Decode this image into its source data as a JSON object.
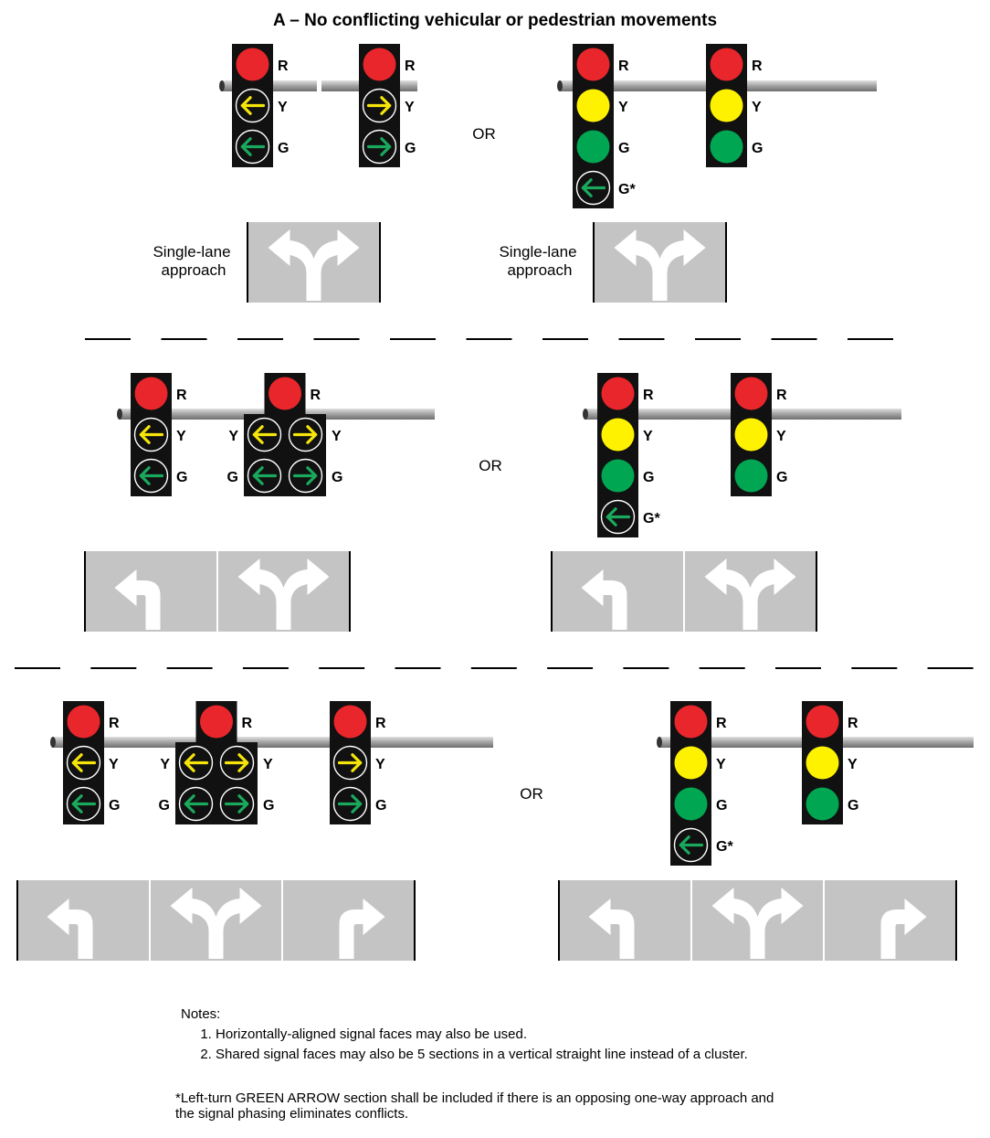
{
  "title": "A – No conflicting vehicular or pedestrian movements",
  "labels": {
    "red": "R",
    "yellow": "Y",
    "green": "G",
    "green_star": "G*",
    "or": "OR",
    "single_lane_line1": "Single-lane",
    "single_lane_line2": "approach"
  },
  "notes": {
    "heading": "Notes:",
    "items": [
      "Horizontally-aligned signal faces may also be used.",
      "Shared signal faces may also be 5 sections in a vertical straight line instead of a cluster."
    ]
  },
  "footnote": "*Left-turn GREEN ARROW section shall be included if there is an opposing one-way approach and the signal phasing eliminates conflicts.",
  "colors": {
    "red": "#e8262b",
    "yellow": "#fff200",
    "green": "#00a651",
    "arrow_yellow": "#f5e50a",
    "arrow_green": "#1aa95c",
    "housing": "#111111",
    "pole": "#a8a8a8",
    "pavement": "#c4c4c4",
    "lane_line": "#ffffff"
  }
}
